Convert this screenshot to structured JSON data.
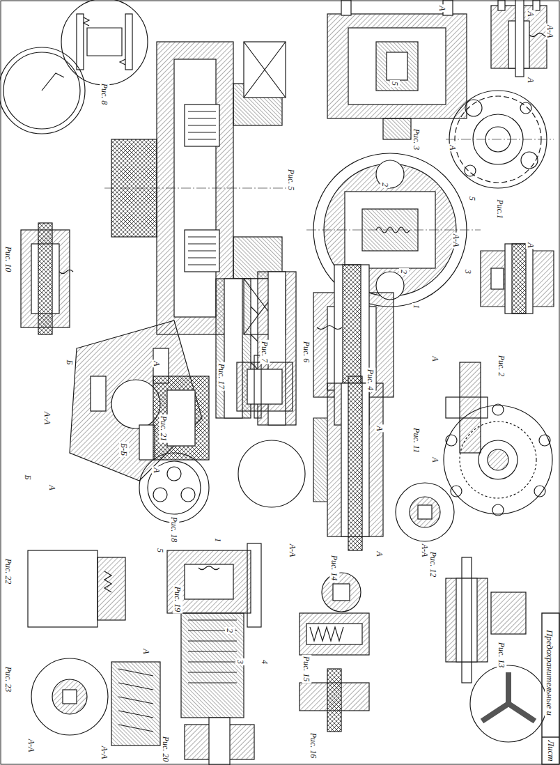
{
  "diagram": {
    "labels": [
      "А-А",
      "А",
      "А",
      "Рис.1",
      "А",
      "Рис. 2",
      "А",
      "А",
      "Рис. 3",
      "5",
      "2",
      "А-А",
      "1",
      "2",
      "3",
      "5",
      "Рис. 4",
      "Рис. 5",
      "Рис. 6",
      "Рис. 7",
      "Рис. 8",
      "А-А",
      "Б",
      "Б",
      "Б-Б",
      "А",
      "Рис. 10",
      "А",
      "А",
      "Рис. 11",
      "А-А",
      "Рис. 12",
      "Рис. 13",
      "А",
      "А",
      "Рис. 14",
      "А-А",
      "Рис. 15",
      "Рис. 16",
      "Рис. 17",
      "А",
      "А",
      "Рис. 21",
      "А-А",
      "1",
      "2",
      "3",
      "4",
      "5",
      "Рис. 18",
      "Рис. 19",
      "Рис. 20",
      "Рис. 22",
      "А-А",
      "А",
      "Рис. 23",
      "Предохранительные и",
      "Лист"
    ]
  }
}
